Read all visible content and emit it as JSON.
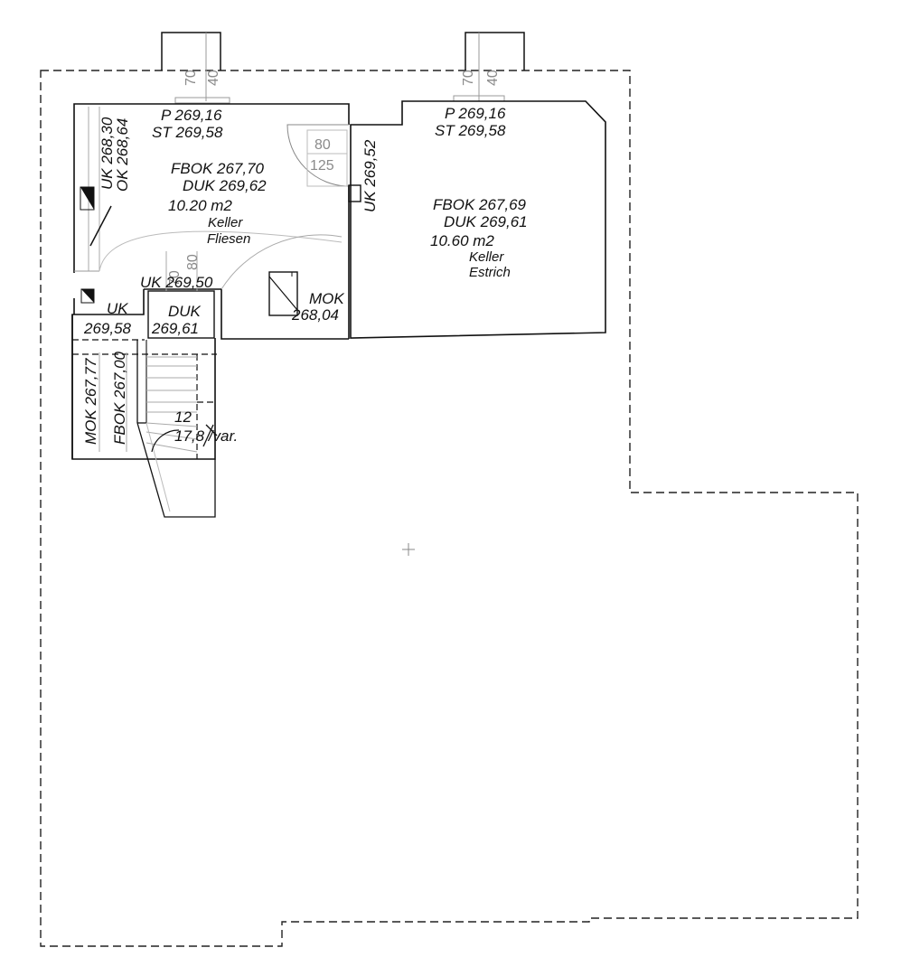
{
  "floor_plan": {
    "chimney_left": {
      "a": "70",
      "b": "40"
    },
    "chimney_right": {
      "a": "70",
      "b": "40"
    },
    "room_left": {
      "p": "P 269,16",
      "st": "ST 269,58",
      "fbok": "FBOK 267,70",
      "duk": "DUK 269,62",
      "area": "10.20  m2",
      "name": "Keller",
      "floor": "Fliesen"
    },
    "room_right": {
      "p": "P 269,16",
      "st": "ST 269,58",
      "fbok": "FBOK 267,69",
      "duk": "DUK 269,61",
      "area": "10.60  m2",
      "name": "Keller",
      "floor": "Estrich"
    },
    "window_left": {
      "uk": "UK 268,30",
      "ok": "OK 268,64"
    },
    "door": {
      "w": "80",
      "h": "125"
    },
    "wall_uk": "UK 269,52",
    "door_inner": {
      "a": "70",
      "b": "80"
    },
    "uk_door": "UK 269,50",
    "mok_box": {
      "label": "MOK",
      "value": "268,04"
    },
    "stair_uk": {
      "label": "UK",
      "value": "269,58"
    },
    "stair_duk": {
      "label": "DUK",
      "value": "269,61"
    },
    "stair_mok": "MOK 267,77",
    "stair_fbok": "FBOK 267,00",
    "stair_count": "12",
    "stair_rise": "17,8 /var."
  }
}
